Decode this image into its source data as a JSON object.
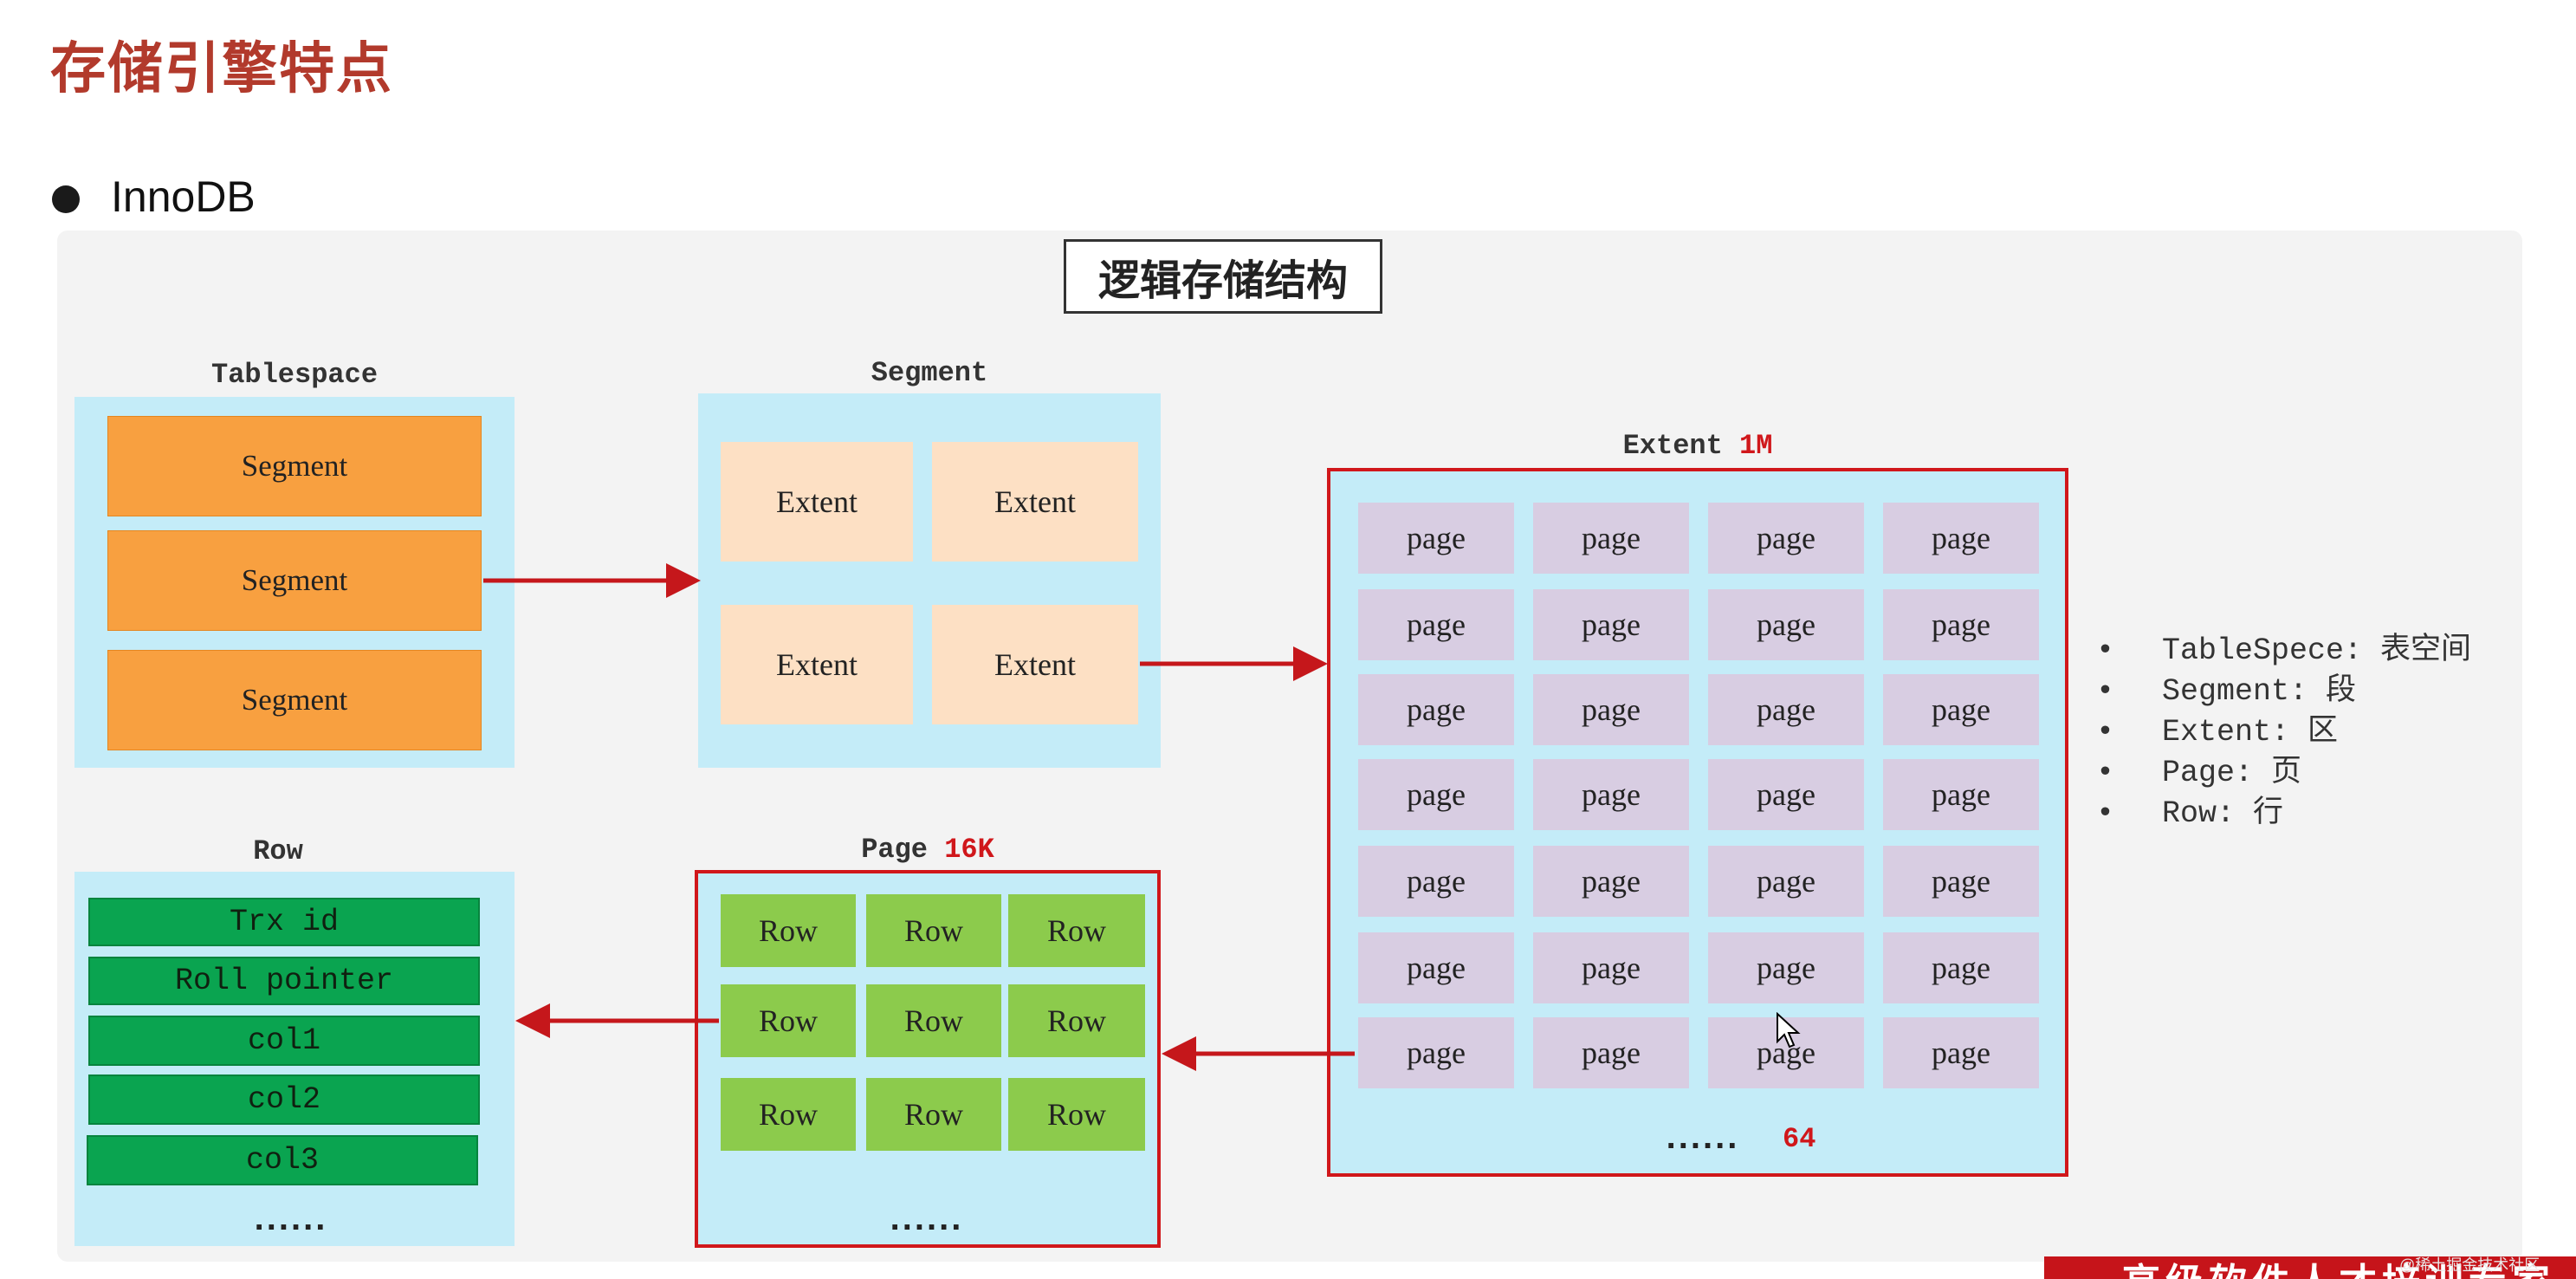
{
  "slide": {
    "title": "存储引擎特点",
    "bullet": "InnoDB"
  },
  "diagram": {
    "title": "逻辑存储结构",
    "tablespace": {
      "label": "Tablespace",
      "segments": [
        "Segment",
        "Segment",
        "Segment"
      ]
    },
    "segment": {
      "label": "Segment",
      "extents": [
        "Extent",
        "Extent",
        "Extent",
        "Extent"
      ]
    },
    "extent": {
      "label": "Extent",
      "size": "1M",
      "page_label": "page",
      "rows": 7,
      "cols": 4,
      "dots": "......",
      "count": "64"
    },
    "page": {
      "label": "Page",
      "size": "16K",
      "row_label": "Row",
      "rows": 3,
      "cols": 3,
      "dots": "......"
    },
    "row": {
      "label": "Row",
      "fields": [
        "Trx id",
        "Roll pointer",
        "col1",
        "col2",
        "col3"
      ],
      "dots": "......"
    },
    "legend": [
      {
        "bullet": "•",
        "text": "TableSpece: 表空间"
      },
      {
        "bullet": "•",
        "text": "Segment: 段"
      },
      {
        "bullet": "•",
        "text": "Extent: 区"
      },
      {
        "bullet": "•",
        "text": "Page: 页"
      },
      {
        "bullet": "•",
        "text": "Row: 行"
      }
    ],
    "colors": {
      "arrow": "#c5171b",
      "frame": "#d0171b",
      "container": "#c4ecf8",
      "segment": "#f8a040",
      "extent": "#fde0c4",
      "page": "#d8cde2",
      "row": "#8ccb4c",
      "field": "#0aa450"
    }
  },
  "footer": {
    "banner": "高级软件人才培训专家",
    "watermark": "@稀土掘金技术社区"
  }
}
